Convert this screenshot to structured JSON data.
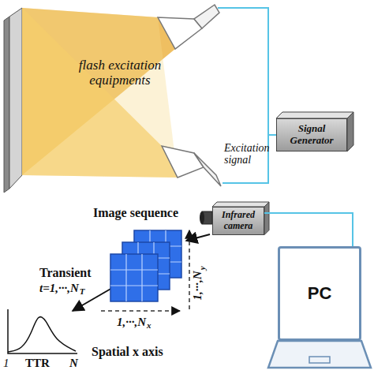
{
  "diagram": {
    "nodes": [
      {
        "text": [
          "flash excitation equipments"
        ]
      },
      {
        "text": [
          "Signal Generator"
        ]
      },
      {
        "text": [
          "Infrared camera"
        ]
      },
      {
        "text": [
          "PC"
        ]
      }
    ],
    "edges": [
      {
        "from": 1,
        "to": 0,
        "label": "Excitation signal",
        "arrow": "none"
      },
      {
        "from": 2,
        "to": 3,
        "arrow": "none"
      }
    ],
    "labels": [
      "Image sequence",
      "Transient",
      "t=1,···,N",
      "T",
      "TTR",
      "1",
      "N",
      "1,···,N",
      "x",
      "Spatial x axis",
      "1,···,N",
      "y"
    ]
  }
}
